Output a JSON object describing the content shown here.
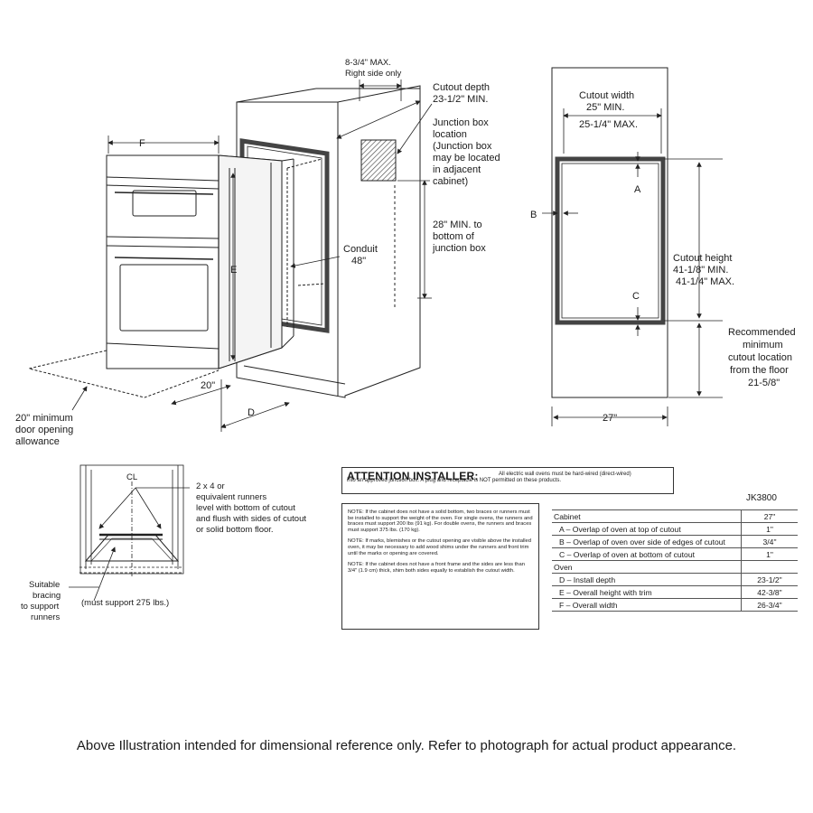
{
  "oven_diagram": {
    "dim_F": "F",
    "dim_E": "E",
    "dim_D": "D",
    "depth_20": "20\"",
    "door_allowance": [
      "20\" minimum",
      "door opening",
      "allowance"
    ],
    "right_side": [
      "8-3/4\" MAX.",
      "Right side only"
    ],
    "cutout_depth": [
      "Cutout depth",
      "23-1/2\" MIN."
    ],
    "junction_box": [
      "Junction box",
      "location",
      "(Junction box",
      "may be located",
      "in adjacent",
      "cabinet)"
    ],
    "min_28": [
      "28\" MIN. to",
      "bottom of",
      "junction box"
    ],
    "conduit": [
      "Conduit",
      "48\""
    ]
  },
  "cutout_diagram": {
    "width_label": [
      "Cutout width",
      "25\" MIN.",
      "25-1/4\" MAX."
    ],
    "A": "A",
    "B": "B",
    "C": "C",
    "height_label": [
      "Cutout height",
      "41-1/8\" MIN.",
      "41-1/4\" MAX."
    ],
    "recommended": [
      "Recommended",
      "minimum",
      "cutout location",
      "from the floor",
      "21-5/8\""
    ],
    "cabinet_width": "27\""
  },
  "runner_diagram": {
    "centerline": "CL",
    "runners_label": [
      "2 x 4 or",
      "equivalent runners",
      "level with bottom of cutout",
      "and flush with sides of cutout",
      "or solid bottom floor."
    ],
    "bracing_label": [
      "Suitable",
      "bracing",
      "to support",
      "runners"
    ],
    "support": "(must support 275 lbs.)"
  },
  "attention": {
    "title": "ATTENTION INSTALLER:",
    "text_1": "All electric wall ovens must be hard-wired (direct-wired)",
    "text_2": "into an approved junction box. A plug and receptacle is NOT permitted on these products."
  },
  "notes": [
    "NOTE: If the cabinet does not have a solid bottom, two braces or runners must be installed to support the weight of the oven. For single ovens, the runners and braces must support 200 lbs (91 kg). For double ovens, the runners and braces must support 375 lbs. (170 kg).",
    "NOTE: If marks, blemishes or the cutout opening are visible above the installed oven, it may be necessary to add wood shims under the runners and front trim until the marks or opening are covered.",
    "NOTE: If the cabinet does not have a front frame and the sides are less than 3/4\" (1.9 cm) thick, shim both sides equally to establish the cutout width."
  ],
  "spec_table": {
    "model": "JK3800",
    "rows": [
      {
        "label": "Cabinet",
        "value": "27\"",
        "indent": false
      },
      {
        "label": "A – Overlap of oven at top of cutout",
        "value": "1\"",
        "indent": true
      },
      {
        "label": "B – Overlap of oven over side of edges of cutout",
        "value": "3/4\"",
        "indent": true
      },
      {
        "label": "C – Overlap of oven at bottom of cutout",
        "value": "1\"",
        "indent": true
      },
      {
        "label": "Oven",
        "value": "",
        "indent": false
      },
      {
        "label": "D – Install depth",
        "value": "23-1/2\"",
        "indent": true
      },
      {
        "label": "E – Overall height with trim",
        "value": "42-3/8\"",
        "indent": true
      },
      {
        "label": "F – Overall width",
        "value": "26-3/4\"",
        "indent": true
      }
    ]
  },
  "footer": "Above Illustration intended for dimensional reference only. Refer to photograph for actual product appearance."
}
